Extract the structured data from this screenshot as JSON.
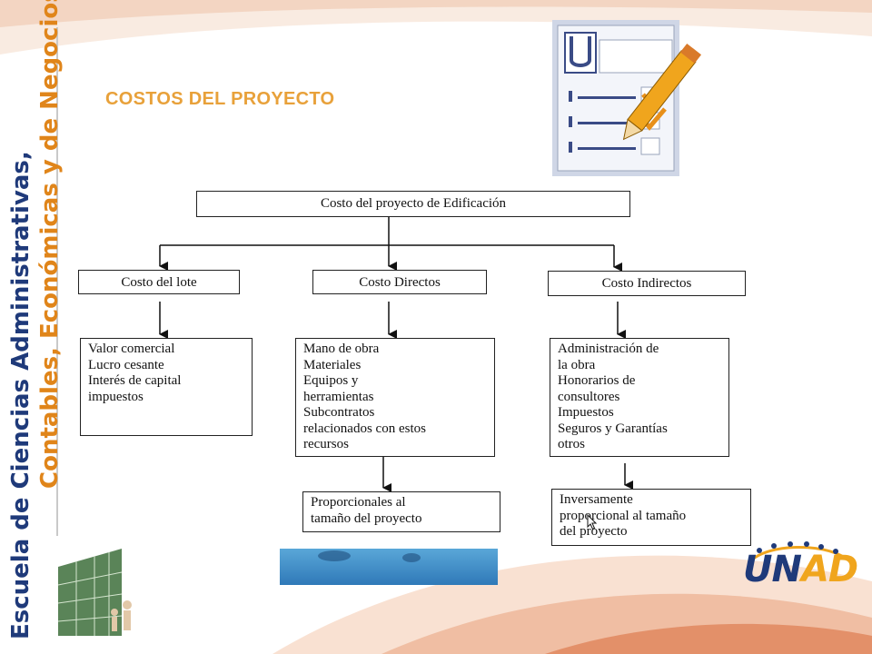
{
  "slide": {
    "title": "COSTOS DEL PROYECTO",
    "side_title_line_1": "Escuela de Ciencias Administrativas,",
    "side_title_line_2": "Contables, Económicas y de Negocios",
    "logo_text_part_1": "UN",
    "logo_text_part_2": "AD",
    "survey_icon": "survey-checklist-icon",
    "colors": {
      "accent_orange": "#e8a13a",
      "brand_blue": "#1f3a7a",
      "brand_gold": "#f0a51d"
    }
  },
  "diagram": {
    "root": "Costo del proyecto de Edificación",
    "branches": [
      {
        "title": "Costo del lote",
        "items": [
          "Valor comercial",
          "Lucro cesante",
          "Interés de capital",
          "impuestos"
        ]
      },
      {
        "title": "Costo Directos",
        "items": [
          "Mano de obra",
          "Materiales",
          "Equipos y",
          "herramientas",
          "Subcontratos",
          "relacionados con estos",
          "recursos"
        ],
        "note": [
          "Proporcionales al",
          "tamaño del proyecto"
        ]
      },
      {
        "title": "Costo Indirectos",
        "items": [
          "Administración de",
          "la obra",
          "Honorarios de",
          "consultores",
          "Impuestos",
          "Seguros y Garantías",
          "otros"
        ],
        "note": [
          "Inversamente",
          "proporcional al tamaño",
          "del proyecto"
        ]
      }
    ]
  }
}
